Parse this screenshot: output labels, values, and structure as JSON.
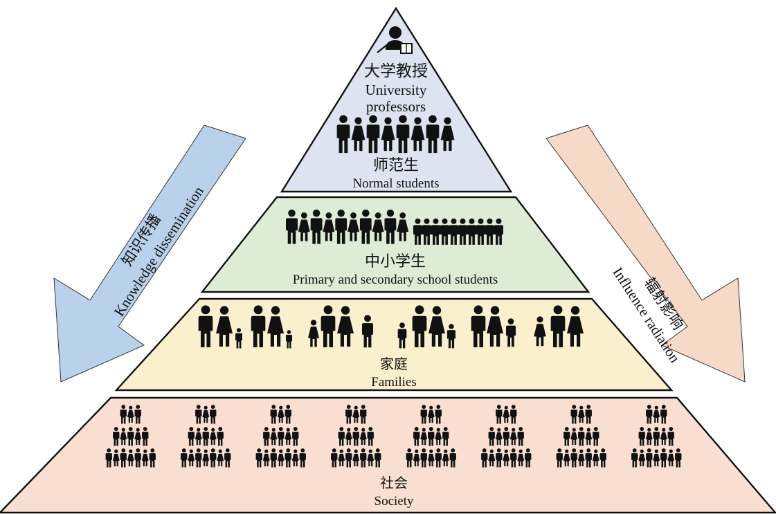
{
  "colors": {
    "professors": "#dde3f1",
    "normal": "#dde3f1",
    "school": "#deecd6",
    "families": "#fbf0cd",
    "society": "#f8dfd1",
    "left_arrow": "#b9d1ea",
    "right_arrow": "#f7d9c8",
    "figure": "#111111"
  },
  "tiers": {
    "professors": {
      "zh": "大学教授",
      "en_line1": "University",
      "en_line2": "professors",
      "icon": "teacher-with-book-icon"
    },
    "normal": {
      "zh": "师范生",
      "en": "Normal students",
      "icon": "student-group-icon"
    },
    "school": {
      "zh": "中小学生",
      "en": "Primary and secondary school students",
      "icon": "children-group-icon"
    },
    "families": {
      "zh": "家庭",
      "en": "Families",
      "icon": "family-group-icon"
    },
    "society": {
      "zh": "社会",
      "en": "Society",
      "icon": "crowd-icon"
    }
  },
  "arrows": {
    "left": {
      "zh": "知识传播",
      "en": "Knowledge dissemination"
    },
    "right": {
      "zh": "辐射影响",
      "en": "Influence radiation"
    }
  }
}
